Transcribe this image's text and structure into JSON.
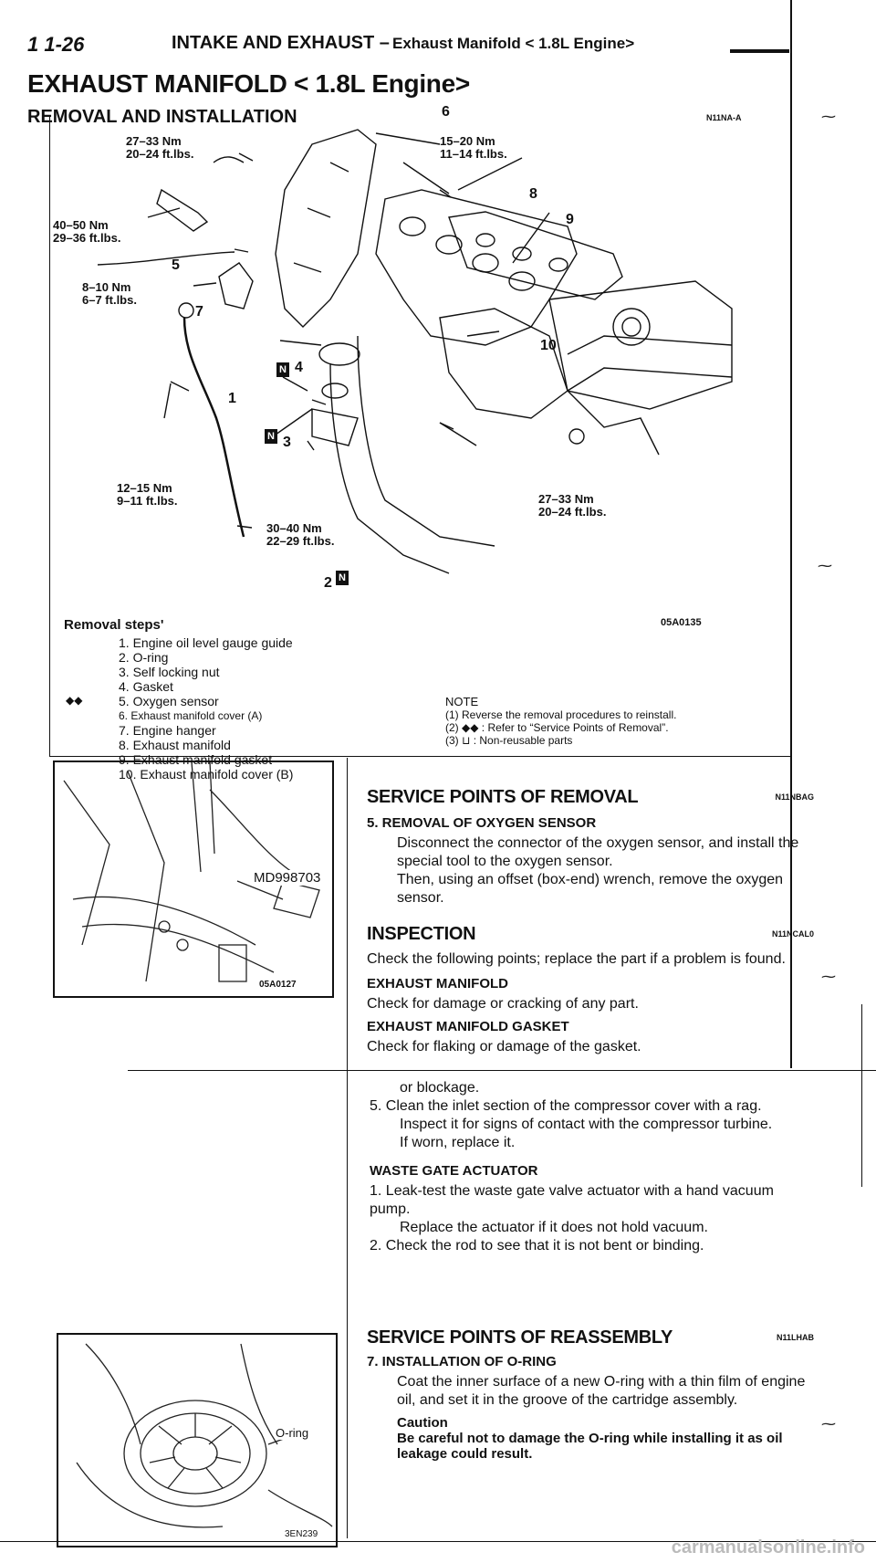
{
  "header": {
    "page_number": "1 1-26",
    "section": "INTAKE AND EXHAUST –",
    "subsection": "Exhaust Manifold < 1.8L Engine>"
  },
  "page": {
    "title": "EXHAUST MANIFOLD < 1.8L Engine>",
    "subtitle": "REMOVAL AND INSTALLATION",
    "subtitle_code": "N11NA-A"
  },
  "diagram": {
    "figure_code": "05A0135",
    "torque_labels": [
      {
        "id": "t1",
        "nm": "27–33 Nm",
        "ftlb": "20–24 ft.lbs."
      },
      {
        "id": "t2",
        "nm": "15–20 Nm",
        "ftlb": "11–14 ft.lbs."
      },
      {
        "id": "t3",
        "nm": "40–50 Nm",
        "ftlb": "29–36 ft.lbs."
      },
      {
        "id": "t4",
        "nm": "8–10 Nm",
        "ftlb": "6–7 ft.lbs."
      },
      {
        "id": "t5",
        "nm": "12–15 Nm",
        "ftlb": "9–11 ft.lbs."
      },
      {
        "id": "t6",
        "nm": "27–33 Nm",
        "ftlb": "20–24 ft.lbs."
      },
      {
        "id": "t7",
        "nm": "30–40 Nm",
        "ftlb": "22–29 ft.lbs."
      }
    ],
    "part_numbers": [
      "1",
      "2",
      "3",
      "4",
      "5",
      "6",
      "7",
      "8",
      "9",
      "10"
    ],
    "nonreusable_badge": "N"
  },
  "removal": {
    "title": "Removal steps'",
    "steps": [
      "1. Engine oil level gauge guide",
      "2. O-ring",
      "3. Self locking nut",
      "4. Gasket",
      "5. Oxygen sensor",
      "6. Exhaust manifold cover (A)",
      "7. Engine hanger",
      "8. Exhaust manifold",
      "9. Exhaust manifold gasket",
      "10. Exhaust manifold cover (B)"
    ],
    "marker": "◆◆"
  },
  "note": {
    "heading": "NOTE",
    "lines": [
      "(1) Reverse the removal procedures to reinstall.",
      "(2) ◆◆ : Refer to “Service Points of Removal”.",
      "(3) ⊔ : Non-reusable parts"
    ]
  },
  "photo1": {
    "tool_label": "MD998703",
    "code": "05A0127"
  },
  "service_removal": {
    "heading": "SERVICE POINTS OF REMOVAL",
    "code": "N11NBAG",
    "item_title": "5. REMOVAL OF OXYGEN SENSOR",
    "para1": "Disconnect the connector of the oxygen sensor, and install the special tool to the oxygen sensor.",
    "para2": "Then, using an offset (box-end) wrench, remove the oxygen sensor."
  },
  "inspection": {
    "heading": "INSPECTION",
    "code": "N11NCAL0",
    "intro": "Check the following points; replace the part if a problem is found.",
    "sub1": "EXHAUST MANIFOLD",
    "text1": "Check for damage or cracking of any part.",
    "sub2": "EXHAUST MANIFOLD GASKET",
    "text2": "Check for flaking or damage of the gasket."
  },
  "continued": {
    "line0": "or blockage.",
    "item5": "5. Clean the inlet section of the compressor cover with a rag.",
    "item5b": "Inspect it for signs of contact with the compressor turbine.",
    "item5c": "If worn, replace it.",
    "wga_title": "WASTE GATE ACTUATOR",
    "wga1": "1. Leak-test the waste gate valve actuator with a hand vacuum pump.",
    "wga1b": "Replace the actuator if it does not hold vacuum.",
    "wga2": "2. Check the rod to see that it is not bent or binding."
  },
  "reassembly": {
    "heading": "SERVICE POINTS OF REASSEMBLY",
    "code": "N11LHAB",
    "item_title": "7. INSTALLATION OF O-RING",
    "para": "Coat the inner surface of a new O-ring with a thin film of engine oil, and set it in the groove of the cartridge assembly.",
    "caution_title": "Caution",
    "caution": "Be careful not to damage the O-ring while installing it as oil leakage could result."
  },
  "photo2": {
    "label": "O-ring",
    "code": "3EN239"
  },
  "footer": {
    "url": "carmanualsonline.info"
  }
}
